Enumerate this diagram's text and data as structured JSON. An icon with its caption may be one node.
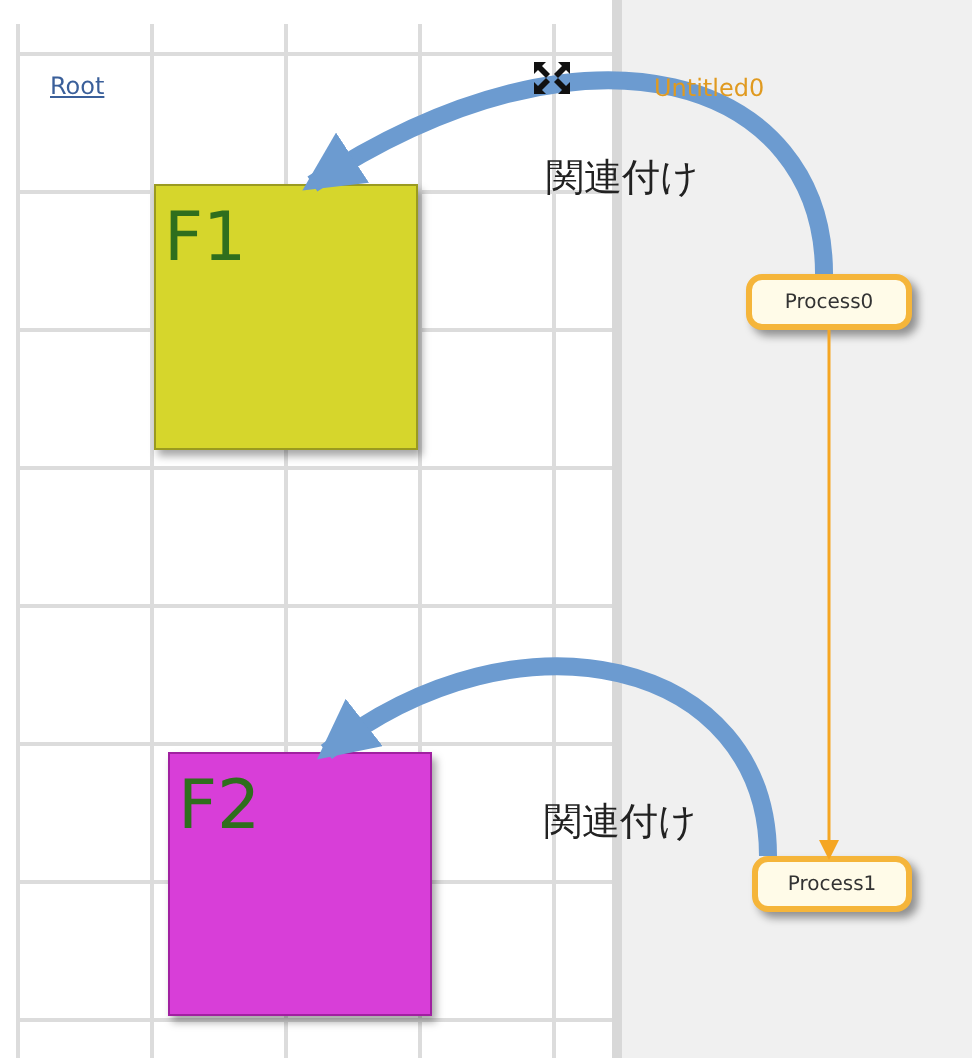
{
  "diagram": {
    "nodes": [
      {
        "text": [
          "F1"
        ]
      },
      {
        "text": [
          "F2"
        ]
      },
      {
        "text": [
          "Process0"
        ]
      },
      {
        "text": [
          "Process1"
        ]
      }
    ],
    "edges": [
      {
        "from": 2,
        "to": 0,
        "arrow": "to",
        "label": "関連付け"
      },
      {
        "from": 2,
        "to": 3,
        "arrow": "to",
        "color": "#f5a623"
      },
      {
        "from": 3,
        "to": 1,
        "arrow": "to",
        "label": "関連付け"
      }
    ],
    "labels": [
      "Root",
      "Untitled0"
    ]
  }
}
